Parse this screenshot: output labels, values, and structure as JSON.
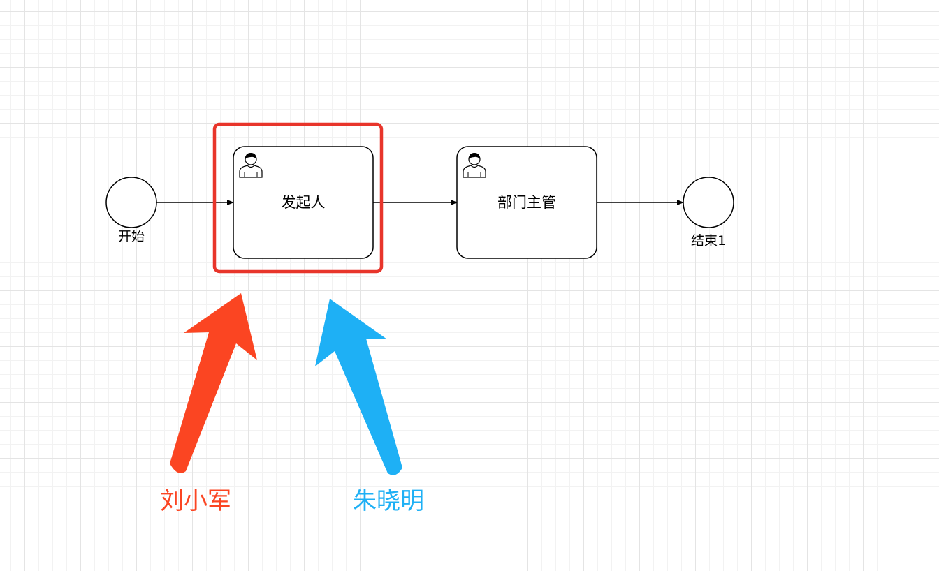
{
  "nodes": {
    "start_label": "开始",
    "task1_label": "发起人",
    "task2_label": "部门主管",
    "end_label": "结束1"
  },
  "annotations": {
    "red_label": "刘小军",
    "blue_label": "朱晓明"
  },
  "colors": {
    "highlight": "#e8352b",
    "red_arrow": "#fb4522",
    "blue_arrow": "#1eb0f5",
    "stroke": "#000000",
    "grid": "#e4e4e4"
  }
}
